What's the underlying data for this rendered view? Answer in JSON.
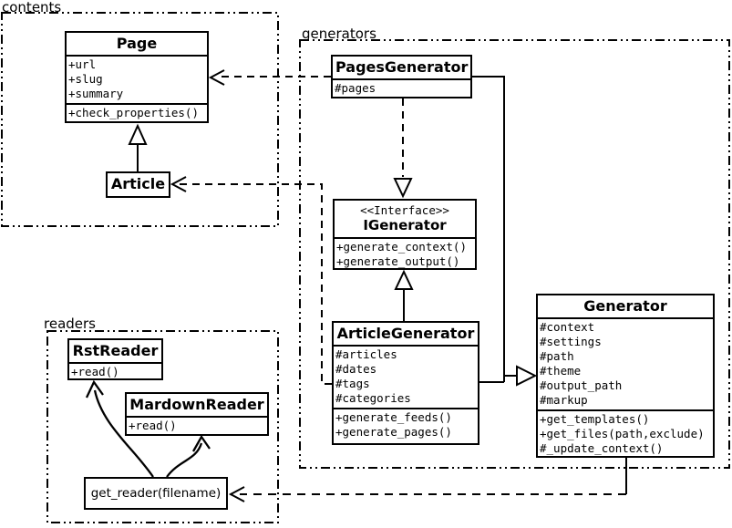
{
  "diagram": {
    "kind": "uml-class-diagram",
    "colors": {
      "line": "#000000",
      "background": "#ffffff"
    }
  },
  "packages": {
    "contents": {
      "label": "contents"
    },
    "generators": {
      "label": "generators"
    },
    "readers": {
      "label": "readers"
    }
  },
  "classes": {
    "page": {
      "title": "Page",
      "attributes": [
        "+url",
        "+slug",
        "+summary"
      ],
      "methods": [
        "+check_properties()"
      ]
    },
    "article": {
      "title": "Article"
    },
    "pages_generator": {
      "title": "PagesGenerator",
      "attributes": [
        "#pages"
      ]
    },
    "igenerator": {
      "stereotype": "<<Interface>>",
      "title": "IGenerator",
      "methods": [
        "+generate_context()",
        "+generate_output()"
      ]
    },
    "article_generator": {
      "title": "ArticleGenerator",
      "attributes": [
        "#articles",
        "#dates",
        "#tags",
        "#categories"
      ],
      "methods": [
        "+generate_feeds()",
        "+generate_pages()"
      ]
    },
    "generator": {
      "title": "Generator",
      "attributes": [
        "#context",
        "#settings",
        "#path",
        "#theme",
        "#output_path",
        "#markup"
      ],
      "methods": [
        "+get_templates()",
        "+get_files(path,exclude)",
        "#_update_context()"
      ]
    },
    "rst_reader": {
      "title": "RstReader",
      "methods": [
        "+read()"
      ]
    },
    "mardown_reader": {
      "title": "MardownReader",
      "methods": [
        "+read()"
      ]
    },
    "get_reader": {
      "label": "get_reader(filename)"
    }
  },
  "relationships": {
    "article_inherits_page": "Article --|> Page",
    "pagesgenerator_depends_page": "PagesGenerator ..> Page",
    "articlegenerator_depends_article": "ArticleGenerator ..> Article",
    "pagesgenerator_realizes_igenerator": "PagesGenerator ..|> IGenerator",
    "articlegenerator_inherits_igenerator": "ArticleGenerator --|> IGenerator",
    "pagesgenerator_inherits_generator": "PagesGenerator --|> Generator",
    "articlegenerator_inherits_generator": "ArticleGenerator --|> Generator",
    "generator_depends_getreader": "Generator ..> get_reader",
    "getreader_creates_rstreader": "get_reader -> RstReader",
    "getreader_creates_mardownreader": "get_reader -> MardownReader"
  }
}
